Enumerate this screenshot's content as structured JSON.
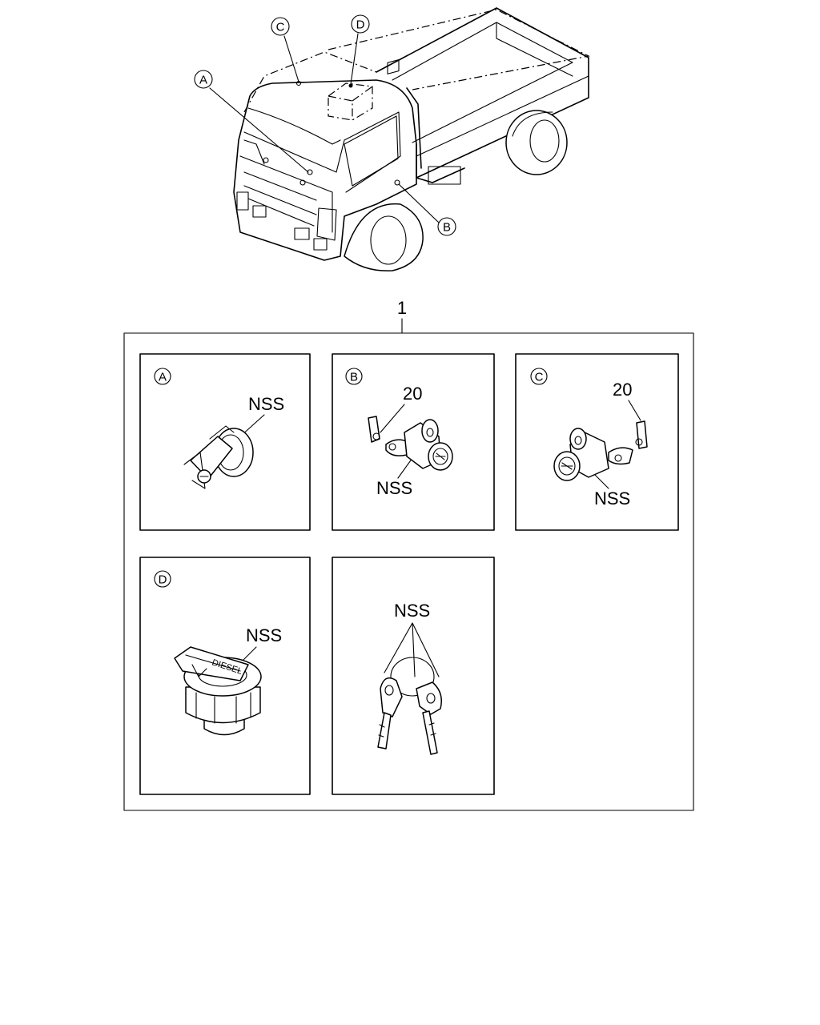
{
  "callouts": {
    "a": "A",
    "b": "B",
    "c": "C",
    "d": "D"
  },
  "assembly_number": "1",
  "panels": {
    "a": {
      "label": "A",
      "part_text": "NSS"
    },
    "b": {
      "label": "B",
      "part_text": "NSS",
      "part_number": "20"
    },
    "c": {
      "label": "C",
      "part_text": "NSS",
      "part_number": "20"
    },
    "d": {
      "label": "D",
      "part_text": "NSS",
      "cap_text": "DIESEL"
    },
    "e": {
      "part_text": "NSS"
    }
  }
}
